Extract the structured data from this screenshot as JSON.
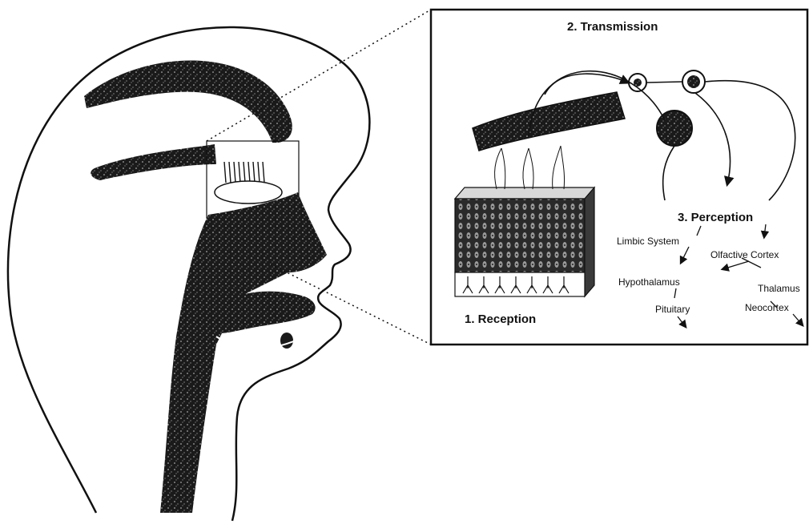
{
  "diagram": {
    "stages": {
      "reception": "1. Reception",
      "transmission": "2. Transmission",
      "perception": "3. Perception"
    },
    "brain_regions": {
      "limbic_system": "Limbic System",
      "olfactive_cortex": "Olfactive Cortex",
      "hypothalamus": "Hypothalamus",
      "pituitary": "Pituitary",
      "thalamus": "Thalamus",
      "neocortex": "Neocortex"
    },
    "colors": {
      "ink": "#111111",
      "paper": "#ffffff"
    }
  }
}
